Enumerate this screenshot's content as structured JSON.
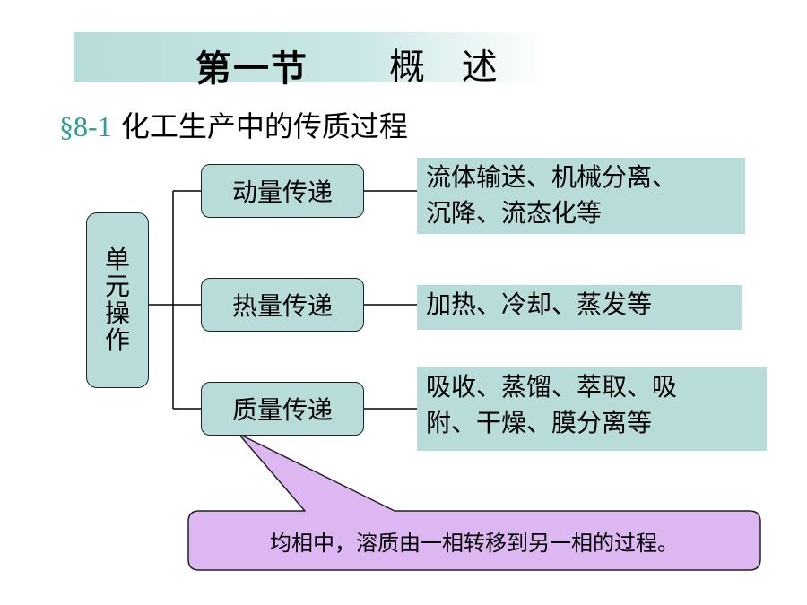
{
  "title": {
    "part1": "第一节",
    "part2": "概 述"
  },
  "subtitle": {
    "section_number": "§8-1",
    "text": "化工生产中的传质过程"
  },
  "diagram": {
    "root": {
      "chars": [
        "单",
        "元",
        "操",
        "作"
      ]
    },
    "branches": [
      {
        "label": "动量传递",
        "detail_lines": [
          "流体输送、机械分离、",
          "沉降、流态化等"
        ]
      },
      {
        "label": "热量传递",
        "detail_lines": [
          "加热、冷却、蒸发等"
        ]
      },
      {
        "label": "质量传递",
        "detail_lines": [
          "吸收、蒸馏、萃取、吸",
          "附、干燥、膜分离等"
        ]
      }
    ],
    "callout": "均相中，溶质由一相转移到另一相的过程。"
  },
  "colors": {
    "box_fill": "#b7dcda",
    "callout_fill": "#dcb7f2",
    "section_number": "#2a9d97",
    "line": "#000000"
  }
}
